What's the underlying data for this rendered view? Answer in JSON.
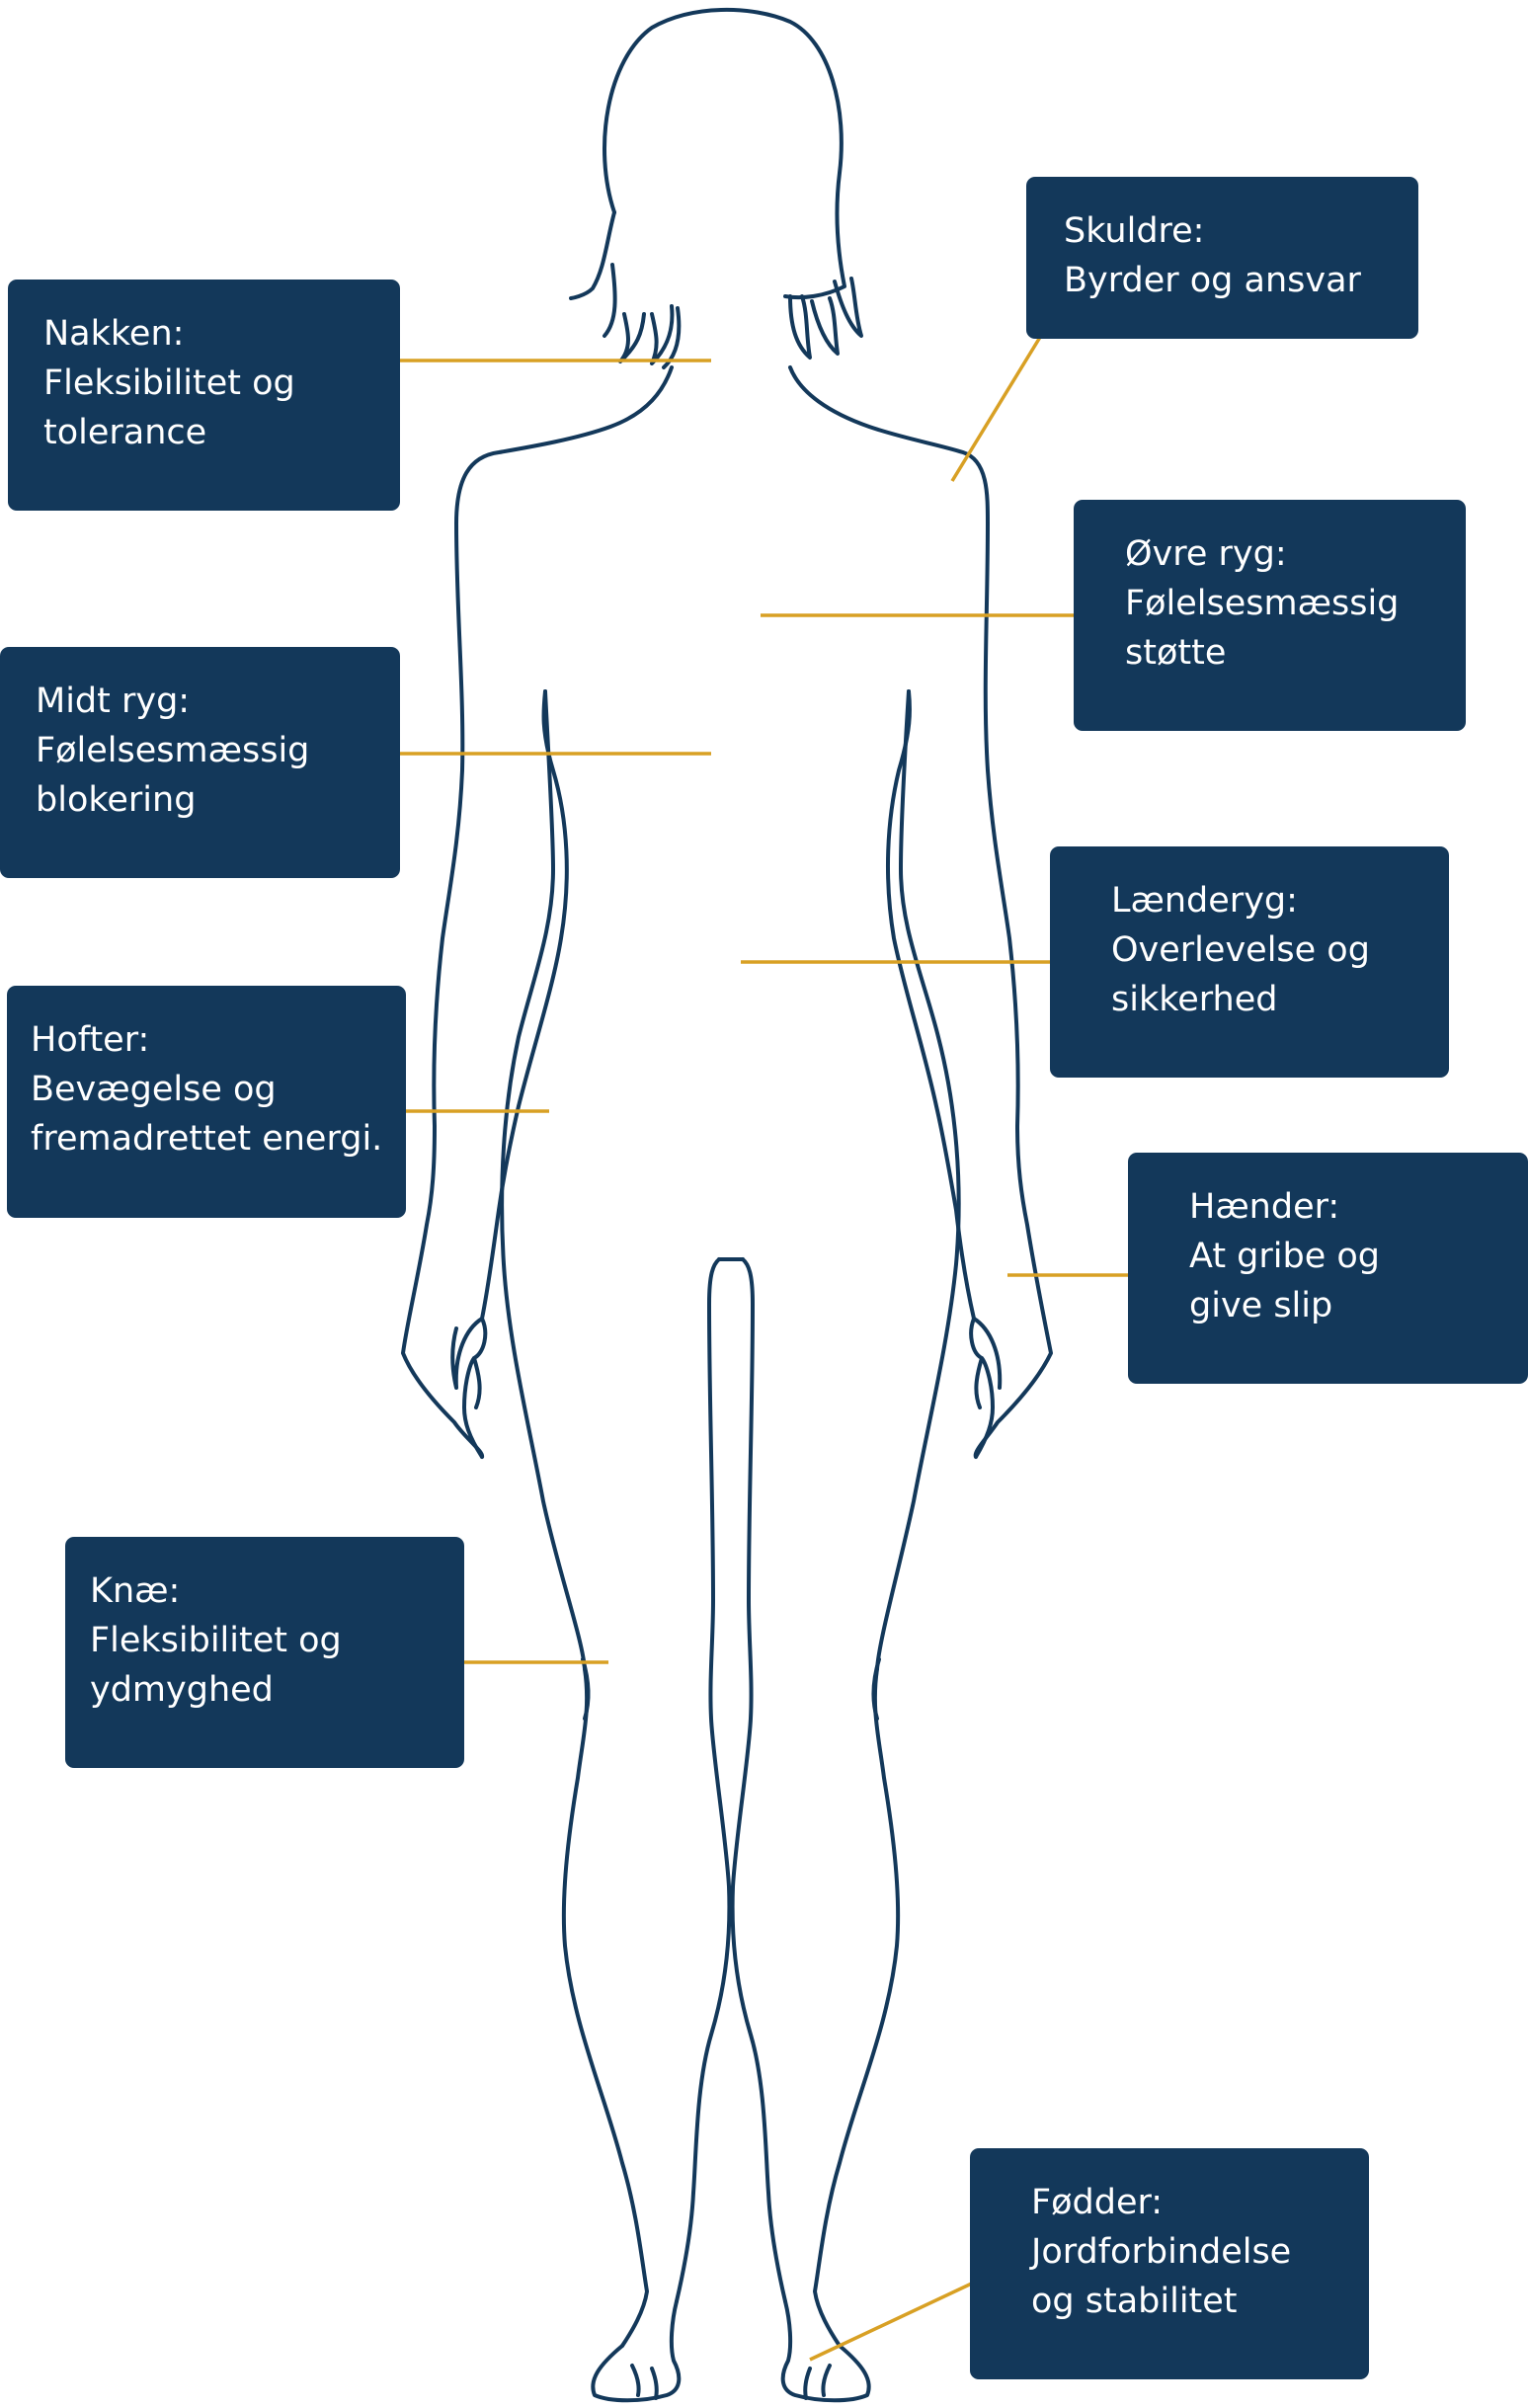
{
  "colors": {
    "box_fill": "#13385a",
    "box_text": "#ffffff",
    "leader_line": "#d8a024",
    "body_outline": "#13385a",
    "background": "#ffffff"
  },
  "labels": {
    "nakken": {
      "title": "Nakken:",
      "line1": "Fleksibilitet og",
      "line2": "tolerance"
    },
    "skuldre": {
      "title": "Skuldre:",
      "line1": "Byrder og ansvar"
    },
    "ovre_ryg": {
      "title": "Øvre ryg:",
      "line1": "Følelsesmæssig",
      "line2": "støtte"
    },
    "midt_ryg": {
      "title": "Midt ryg:",
      "line1": "Følelsesmæssig",
      "line2": "blokering"
    },
    "laenderyg": {
      "title": "Lænderyg:",
      "line1": "Overlevelse og",
      "line2": "sikkerhed"
    },
    "hofter": {
      "title": "Hofter:",
      "line1": "Bevægelse og",
      "line2": "fremadrettet energi."
    },
    "haender": {
      "title": "Hænder:",
      "line1": "At gribe og",
      "line2": "give slip"
    },
    "knae": {
      "title": "Knæ:",
      "line1": "Fleksibilitet og",
      "line2": "ydmyghed"
    },
    "fodder": {
      "title": "Fødder:",
      "line1": "Jordforbindelse",
      "line2": "og stabilitet"
    }
  }
}
